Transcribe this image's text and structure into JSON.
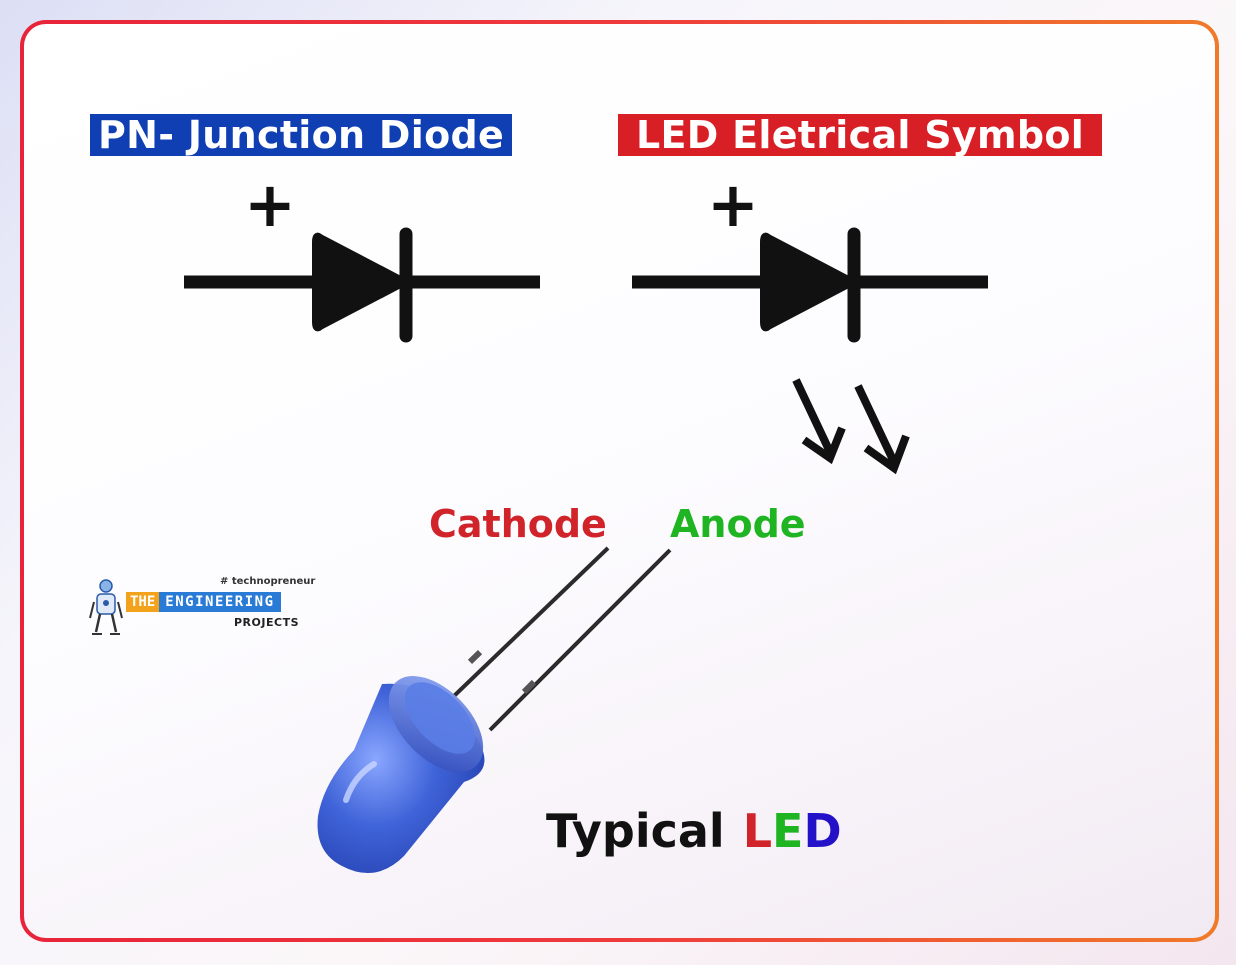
{
  "titles": {
    "pn_junction_diode": "PN- Junction Diode",
    "led_symbol": "LED Eletrical Symbol"
  },
  "symbols": {
    "pn_plus": "+",
    "led_plus": "+"
  },
  "led": {
    "cathode_label": "Cathode",
    "anode_label": "Anode",
    "caption_word": "Typical",
    "caption_l": "L",
    "caption_e": "E",
    "caption_d": "D"
  },
  "logo": {
    "tagline": "# technopreneur",
    "the": "THE",
    "engineering": "ENGINEERING",
    "projects": "PROJECTS"
  },
  "colors": {
    "pn_title_bg": "#0f3fb3",
    "led_title_bg": "#d81f26",
    "cathode": "#d0232a",
    "anode": "#1fb421",
    "led_body": "#3a5fd6",
    "frame_border": "#e8243a"
  },
  "icons": {
    "diode": "diode-symbol-icon",
    "led": "led-symbol-icon",
    "light_arrows": "emission-arrows-icon",
    "led_component": "blue-led-component",
    "logo_robot": "robot-icon"
  }
}
